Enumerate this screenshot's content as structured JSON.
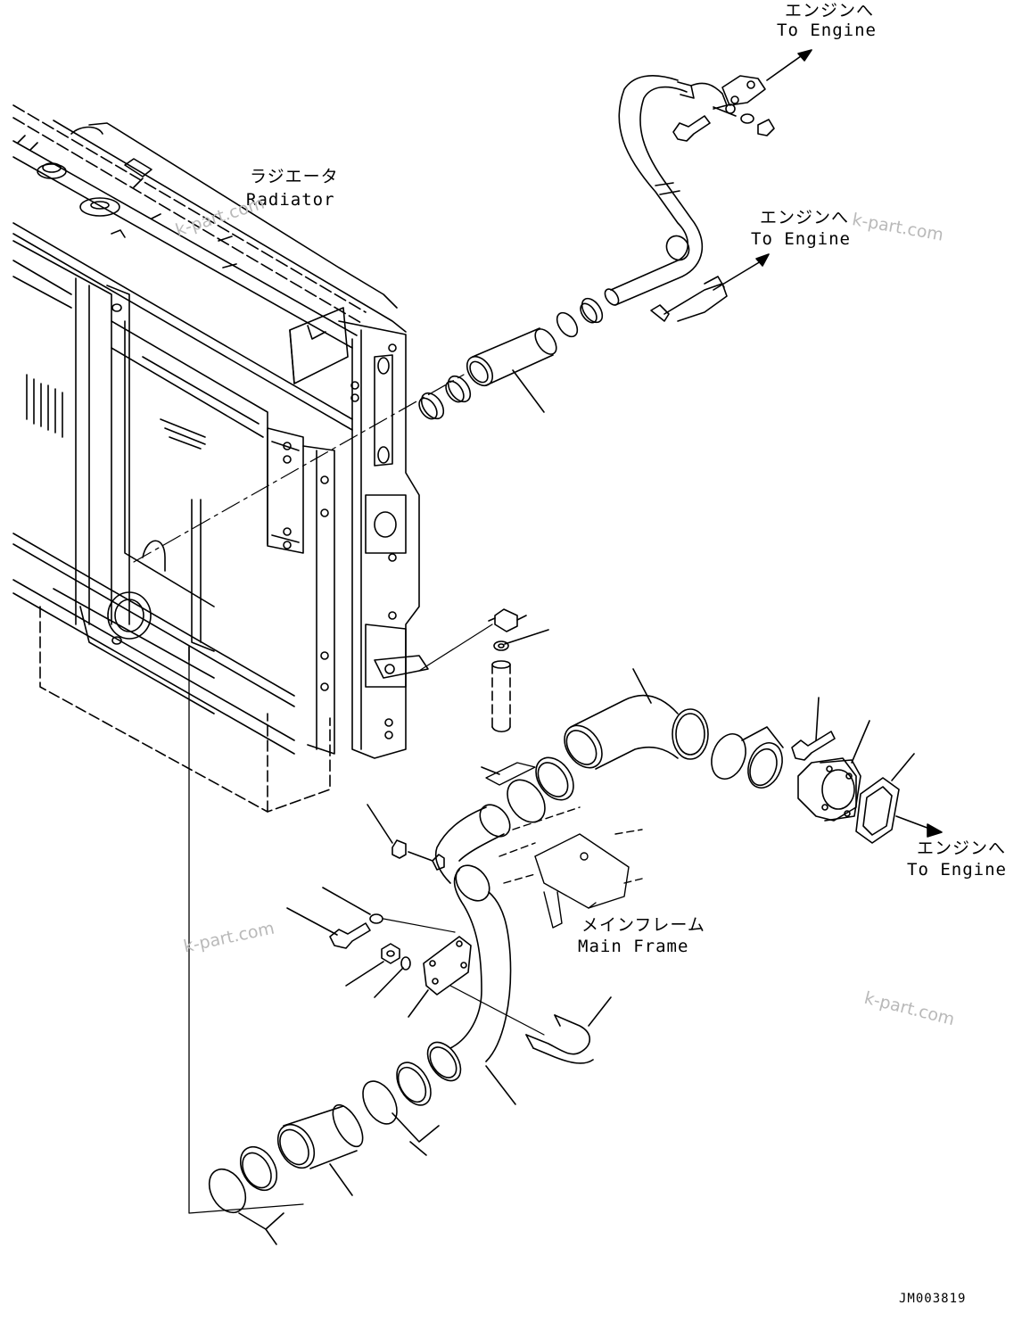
{
  "labels": {
    "engine_top_jp": "エンジンへ",
    "engine_top_en": "To Engine",
    "engine_mid_jp": "エンジンへ",
    "engine_mid_en": "To Engine",
    "engine_right_jp": "エンジンへ",
    "engine_right_en": "To Engine",
    "radiator_jp": "ラジエータ",
    "radiator_en": "Radiator",
    "mainframe_jp": "メインフレーム",
    "mainframe_en": "Main Frame",
    "drawing_code": "JM003819"
  },
  "watermarks": {
    "wm1": "k-part.com",
    "wm2": "k-part.com",
    "wm3": "k-part.com",
    "wm4": "k-part.com"
  },
  "colors": {
    "line": "#000000",
    "background": "#ffffff",
    "watermark": "#b9b9b9"
  }
}
